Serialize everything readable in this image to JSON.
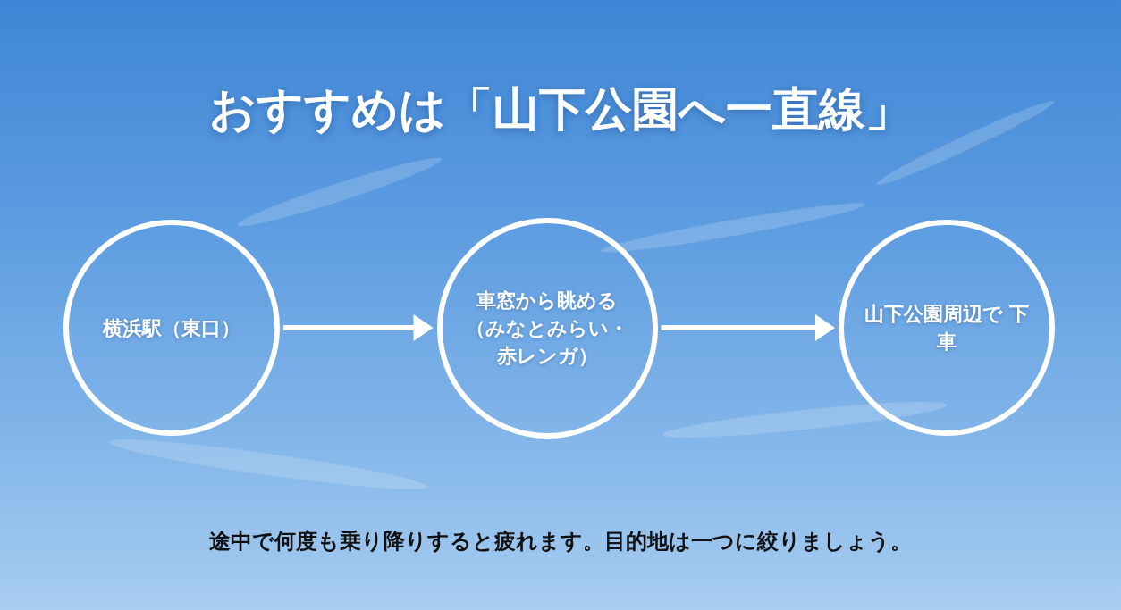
{
  "diagram": {
    "title": "おすすめは「山下公園へ一直線」",
    "caption": "途中で何度も乗り降りすると疲れます。目的地は一つに絞りましょう。",
    "nodes": [
      {
        "text": [
          "横浜駅（東口）"
        ]
      },
      {
        "text": [
          "車窓から眺める （みなとみらい・ 赤レンガ）"
        ]
      },
      {
        "text": [
          "山下公園周辺で 下車"
        ]
      }
    ],
    "edges": [
      {
        "from": 0,
        "to": 1,
        "arrow": "to"
      },
      {
        "from": 1,
        "to": 2,
        "arrow": "to"
      }
    ]
  }
}
